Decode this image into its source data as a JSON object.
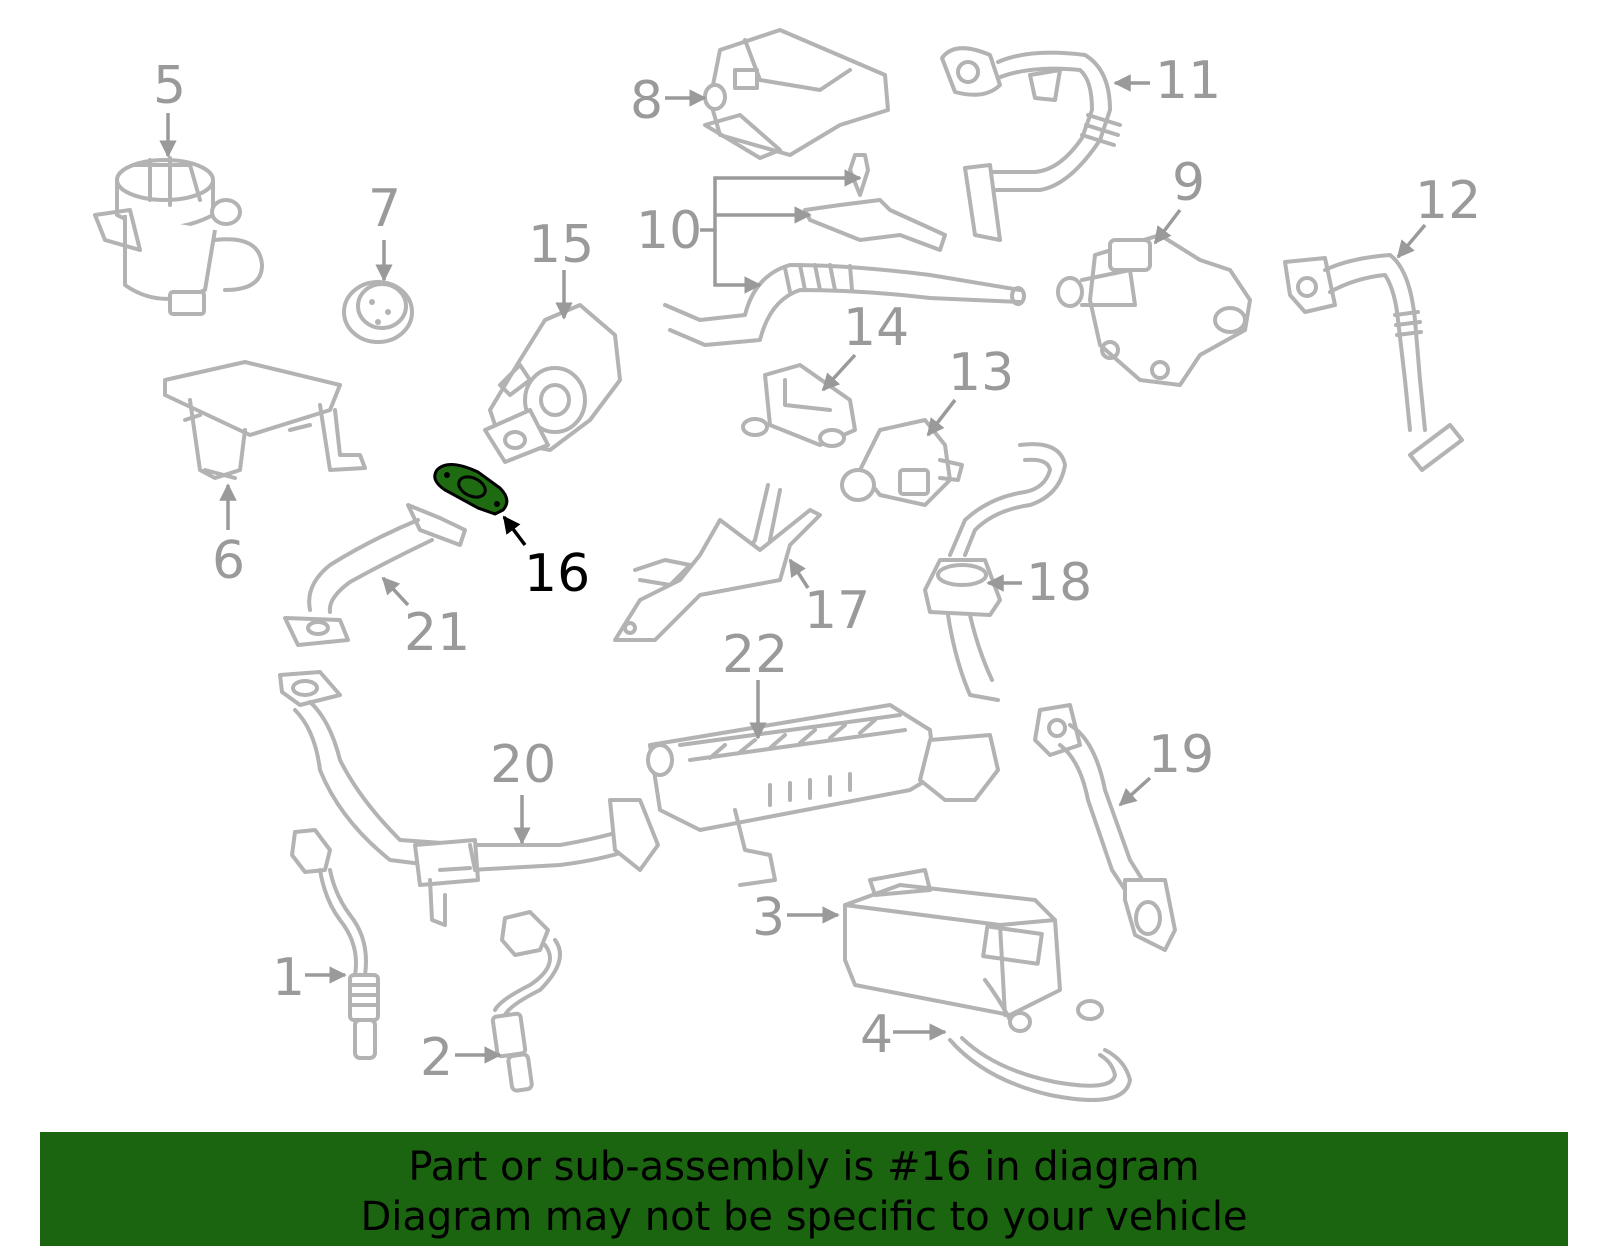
{
  "colors": {
    "banner": "#1b6510",
    "highlight_part": "#1e6b12",
    "line_art": "#b3b3b3",
    "callout": "#9a9a9a",
    "callout_highlight": "#000000"
  },
  "highlighted_part": "16",
  "callouts": [
    {
      "id": "1",
      "label": "1"
    },
    {
      "id": "2",
      "label": "2"
    },
    {
      "id": "3",
      "label": "3"
    },
    {
      "id": "4",
      "label": "4"
    },
    {
      "id": "5",
      "label": "5"
    },
    {
      "id": "6",
      "label": "6"
    },
    {
      "id": "7",
      "label": "7"
    },
    {
      "id": "8",
      "label": "8"
    },
    {
      "id": "9",
      "label": "9"
    },
    {
      "id": "10",
      "label": "10"
    },
    {
      "id": "11",
      "label": "11"
    },
    {
      "id": "12",
      "label": "12"
    },
    {
      "id": "13",
      "label": "13"
    },
    {
      "id": "14",
      "label": "14"
    },
    {
      "id": "15",
      "label": "15"
    },
    {
      "id": "16",
      "label": "16"
    },
    {
      "id": "17",
      "label": "17"
    },
    {
      "id": "18",
      "label": "18"
    },
    {
      "id": "19",
      "label": "19"
    },
    {
      "id": "20",
      "label": "20"
    },
    {
      "id": "21",
      "label": "21"
    },
    {
      "id": "22",
      "label": "22"
    }
  ],
  "banner": {
    "line1": "Part or sub-assembly is #16 in diagram",
    "line2": "Diagram may not be specific to your vehicle"
  }
}
